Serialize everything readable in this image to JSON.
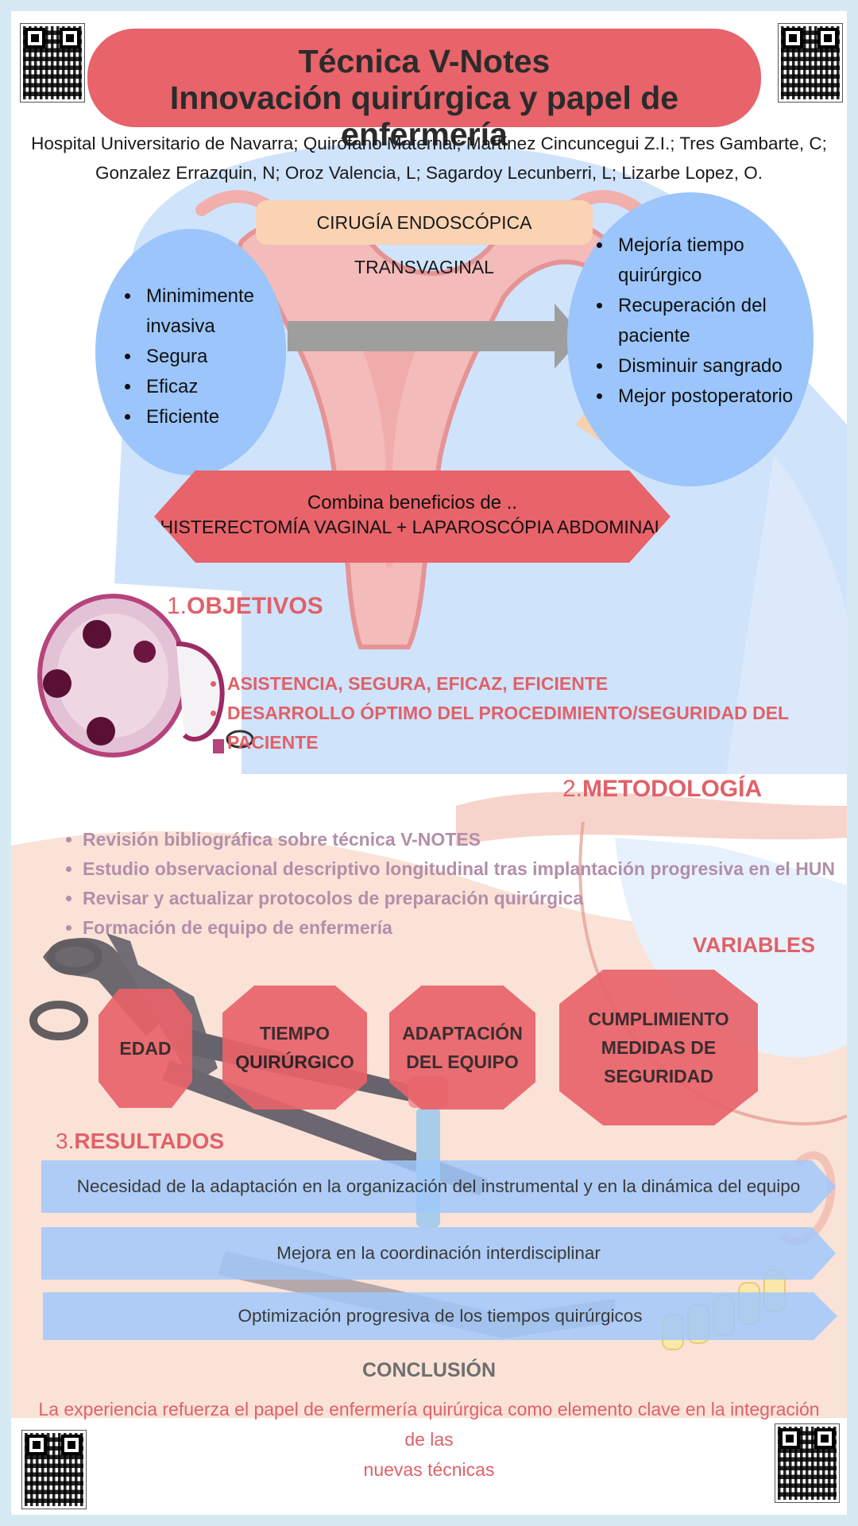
{
  "header": {
    "title_line1": "Técnica V-Notes",
    "title_line2": "Innovación quirúrgica  y papel de enfermería",
    "authors_line1": "Hospital Universitario de Navarra; Quirófano Maternal; Martínez Cincuncegui Z.I.; Tres Gambarte, C;",
    "authors_line2": "Gonzalez Errazquin, N; Oroz Valencia, L; Sagardoy Lecunberri, L; Lizarbe Lopez, O."
  },
  "technique": {
    "label": "CIRUGÍA ENDOSCÓPICA TRANSVAGINAL",
    "left_items": [
      "Minimimente invasiva",
      "Segura",
      "Eficaz",
      "Eficiente"
    ],
    "right_items": [
      "Mejoría tiempo quirúrgico",
      "Recuperación del paciente",
      "Disminuir sangrado",
      "Mejor postoperatorio"
    ],
    "combina_line1": "Combina beneficios de ..",
    "combina_line2": "HISTERECTOMÍA VAGINAL + LAPAROSCÓPIA ABDOMINAL"
  },
  "objetivos": {
    "num": "1.",
    "title": "OBJETIVOS",
    "items": [
      "ASISTENCIA, SEGURA, EFICAZ, EFICIENTE",
      "DESARROLLO ÓPTIMO DEL PROCEDIMIENTO/SEGURIDAD DEL PACIENTE"
    ]
  },
  "metodologia": {
    "num": "2.",
    "title": "METODOLOGÍA",
    "items": [
      "Revisión bibliográfica  sobre técnica V-NOTES",
      "Estudio observacional descriptivo longitudinal tras implantación progresiva en el HUN",
      "Revisar y actualizar protocolos de preparación quirúrgica",
      "Formación de equipo de enfermería"
    ]
  },
  "variables": {
    "title": "VARIABLES",
    "items": [
      {
        "line1": "EDAD",
        "line2": "",
        "line3": ""
      },
      {
        "line1": "TIEMPO",
        "line2": "QUIRÚRGICO",
        "line3": ""
      },
      {
        "line1": "ADAPTACIÓN",
        "line2": "DEL EQUIPO",
        "line3": ""
      },
      {
        "line1": "CUMPLIMIENTO",
        "line2": "MEDIDAS DE",
        "line3": "SEGURIDAD"
      }
    ]
  },
  "resultados": {
    "num": "3.",
    "title": "RESULTADOS",
    "items": [
      "Necesidad de la adaptación en la organización del instrumental y en la dinámica del equipo",
      "Mejora en la coordinación interdisciplinar",
      "Optimización progresiva de los tiempos quirúrgicos"
    ]
  },
  "conclusion": {
    "title": "CONCLUSIÓN",
    "line1": "La experiencia refuerza el papel de enfermería quirúrgica como elemento clave en la integración de las",
    "line2": "nuevas técnicas"
  },
  "colors": {
    "accent_red": "#e8636a",
    "circle_blue": "#9bc5fb",
    "label_peach": "#fad3b3",
    "mauve_text": "#b38ea9"
  }
}
